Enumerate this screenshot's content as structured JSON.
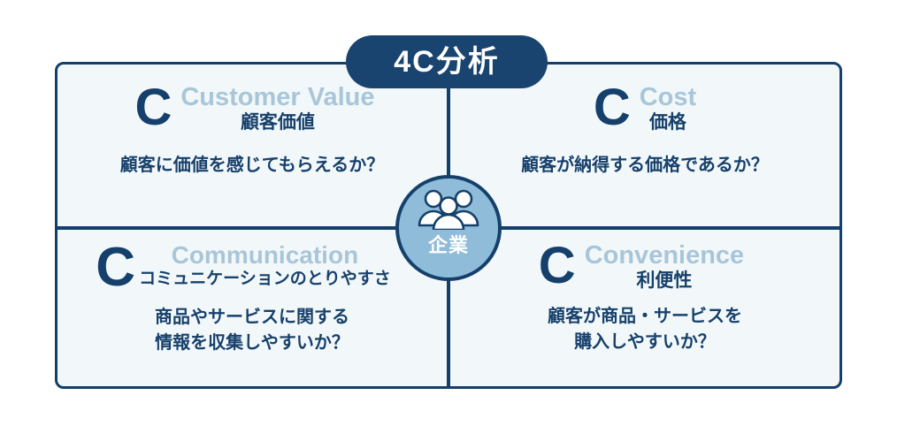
{
  "title_badge": {
    "label": "4C分析"
  },
  "center": {
    "label": "企業",
    "icon": "people-group-icon"
  },
  "quadrants": [
    {
      "initial": "C",
      "en": "Customer Value",
      "jp": "顧客価値",
      "question": "顧客に価値を感じてもらえるか？"
    },
    {
      "initial": "C",
      "en": "Cost",
      "jp": "価格",
      "question": "顧客が納得する価格であるか？"
    },
    {
      "initial": "C",
      "en": "Communication",
      "jp": "コミュニケーションのとりやすさ",
      "question": "商品やサービスに関する\n情報を収集しやすいか？"
    },
    {
      "initial": "C",
      "en": "Convenience",
      "jp": "利便性",
      "question": "顧客が商品・サービスを\n購入しやすいか？"
    }
  ],
  "colors": {
    "navy": "#143f6b",
    "panel_fill": "#f2f8fa",
    "en_label": "#a9c6d9",
    "circle_fill": "#8fbcd8",
    "badge_fill": "#1a4470",
    "background": "#ffffff"
  }
}
